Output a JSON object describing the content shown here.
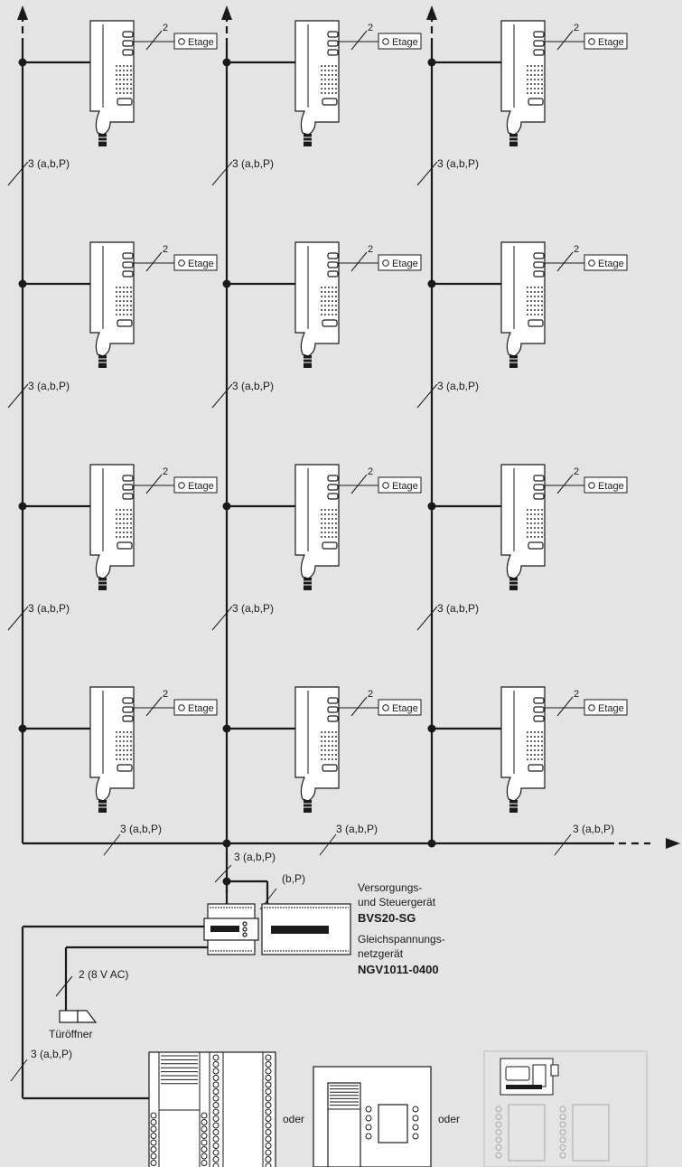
{
  "etage_label": "Etage",
  "wire_count": "2",
  "cable_labels": {
    "column": "3 (a,b,P)",
    "bottom": "3 (a,b,P)",
    "feed": "3 (a,b,P)",
    "bp": "(b,P)",
    "door": "2 (8 V AC)",
    "panel": "3 (a,b,P)"
  },
  "supply_unit": {
    "line1": "Versorgungs-",
    "line2": "und Steuergerät",
    "model": "BVS20-SG"
  },
  "power_unit": {
    "line1": "Gleichspannungs-",
    "line2": "netzgerät",
    "model": "NGV1011-0400"
  },
  "door_opener": "Türöffner",
  "or_label": "oder",
  "colors": {
    "background": "#e4e4e4",
    "line": "#1a1a1a",
    "device": "#ffffff",
    "disabled": "#a9a9a9"
  }
}
